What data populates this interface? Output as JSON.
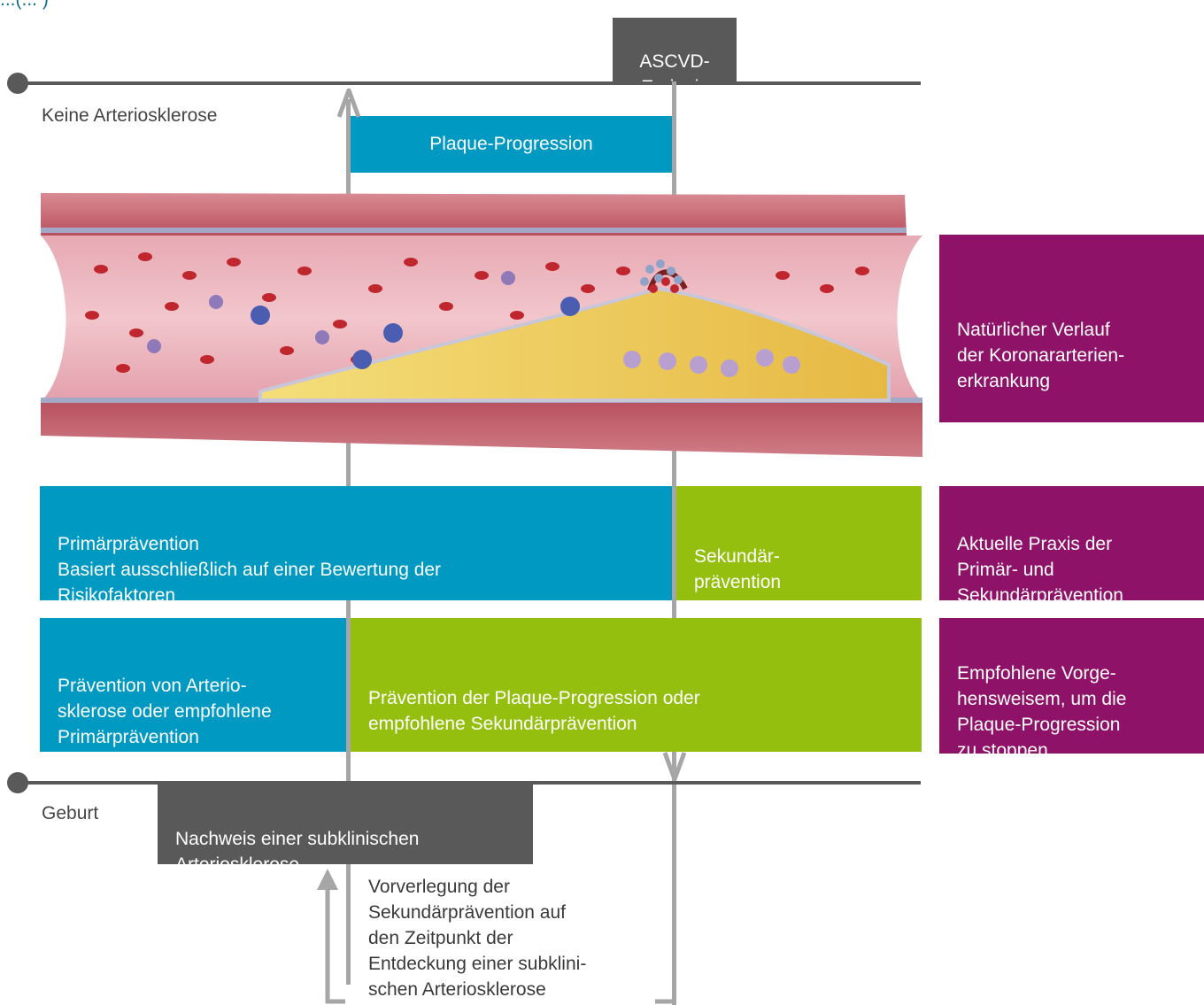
{
  "header_fragment": "...(... )",
  "timeline": {
    "event_label": "ASCVD-\nEreignis",
    "top_left_label": "Keine Arteriosklerose",
    "bottom_left_label": "Geburt"
  },
  "plaque_progression": "Plaque-Progression",
  "rows": {
    "current_primary": "Primärprävention\nBasiert ausschließlich auf einer Bewertung der\nRisikofaktoren",
    "current_secondary": "Sekundär-\nprävention",
    "recommended_primary": "Prävention von Arterio-\nsklerose oder empfohlene\nPrimärprävention",
    "recommended_secondary": "Prävention der Plaque-Progression oder\nempfohlene Sekundärprävention"
  },
  "side_labels": {
    "natural_course": "Natürlicher Verlauf\nder Koronararterien-\nerkrankung",
    "current_practice": "Aktuelle Praxis der\nPrimär- und\nSekundärprävention",
    "recommended_approach": "Empfohlene Vorge-\nhensweisem, um die\nPlaque-Progression\nzu stoppen"
  },
  "subclinical_detection": "Nachweis einer subklinischen\nArteriosklerose",
  "advancement_note": "Vorverlegung der\nSekundärprävention auf\nden Zeitpunkt der\nEntdeckung einer subklini-\nschen Arteriosklerose",
  "colors": {
    "blue": "#0099c2",
    "green": "#95bf0e",
    "purple": "#8e1268",
    "gray": "#595959",
    "line": "#a6a6a6"
  }
}
